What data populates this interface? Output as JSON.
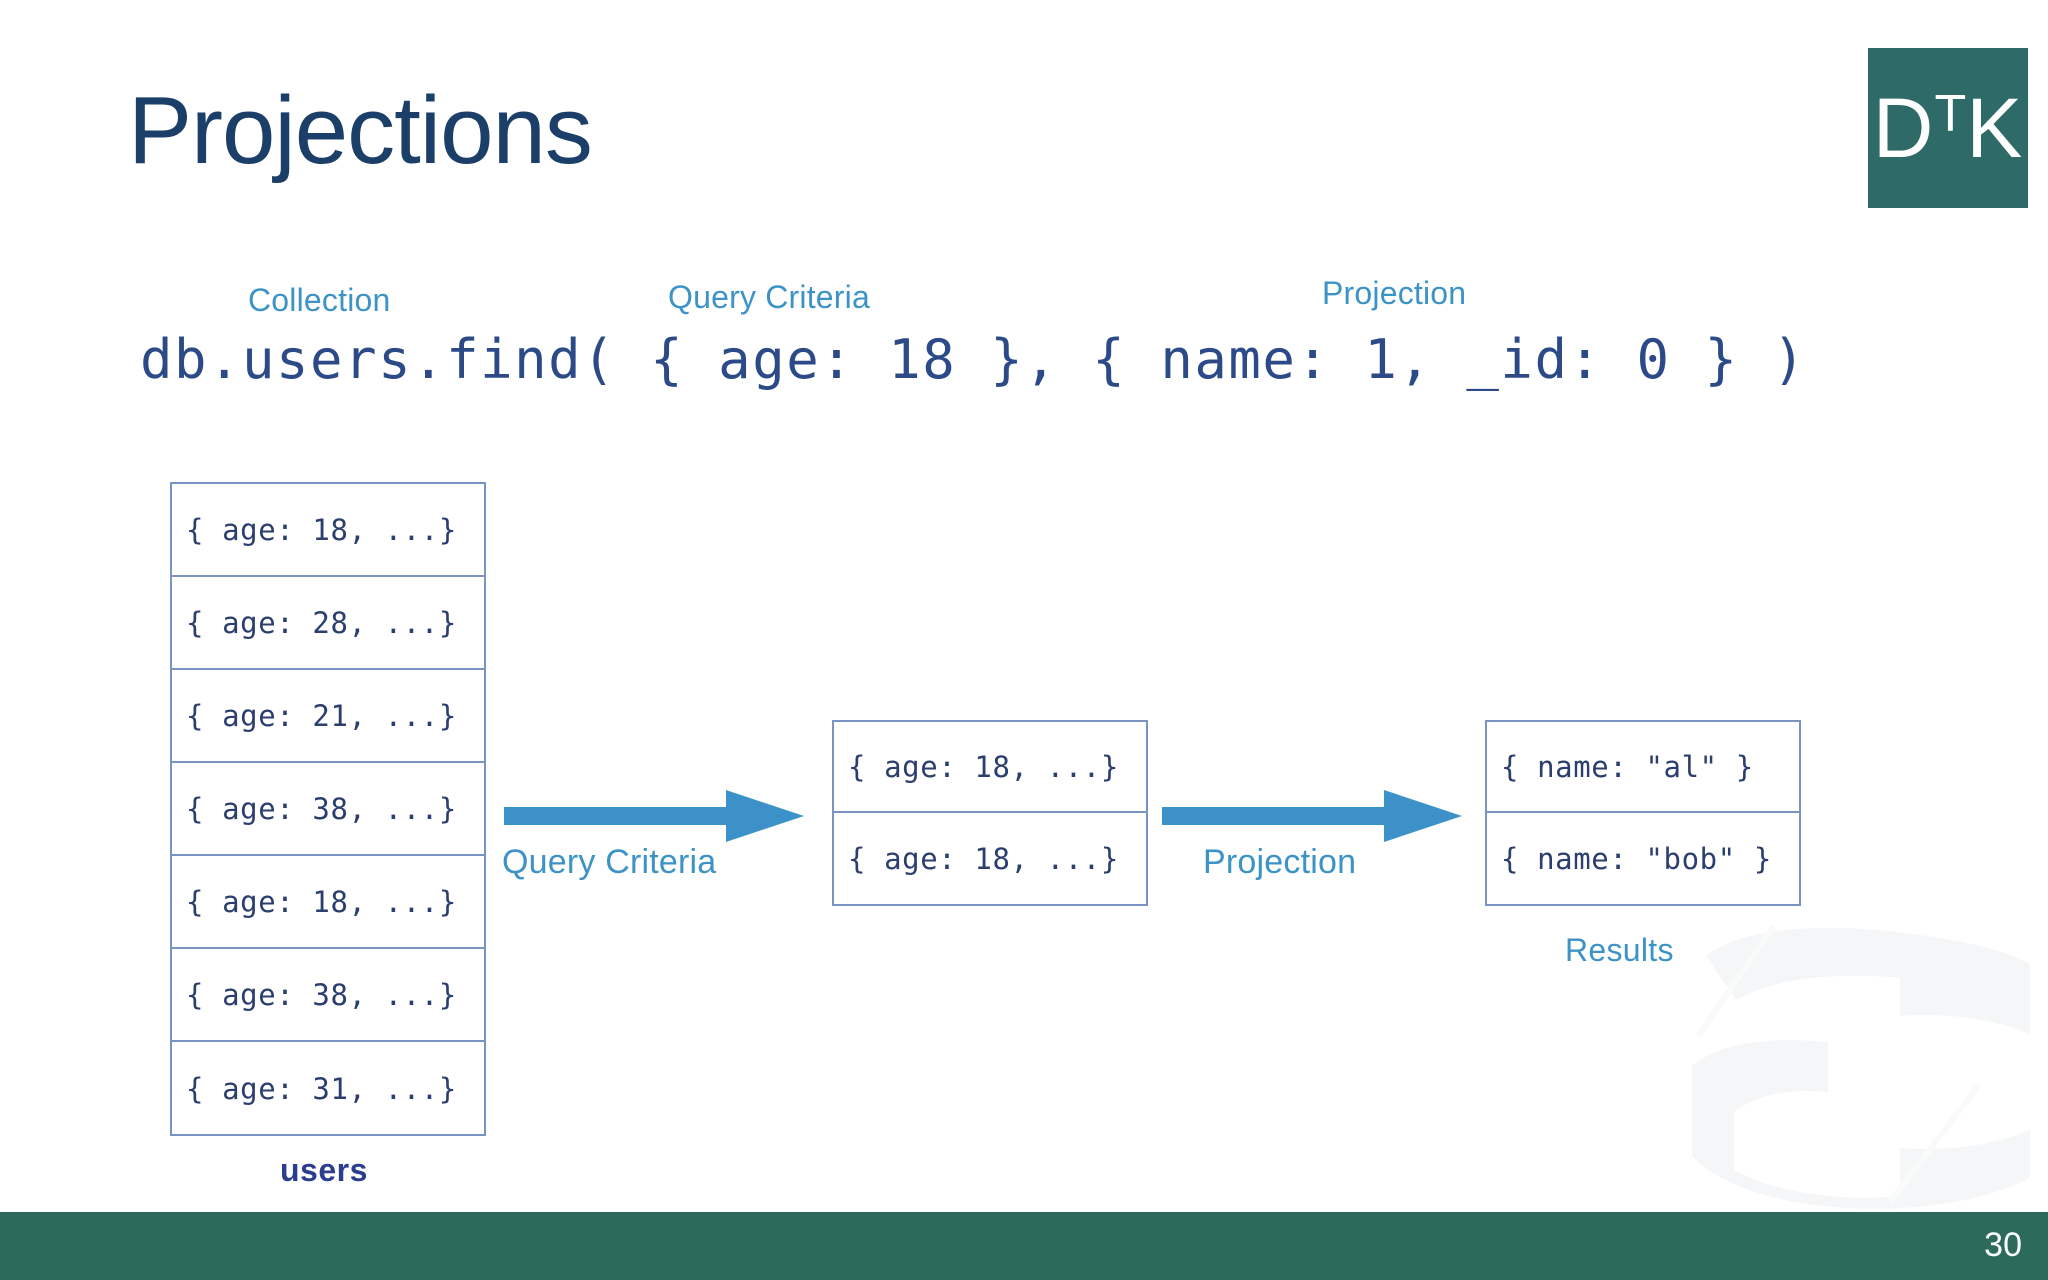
{
  "slide": {
    "title": "Projections",
    "page_number": "30",
    "title_color": "#1B3F68",
    "accent_blue": "#3E93C6",
    "code_blue": "#2B4A87",
    "box_border": "#7B93C2",
    "footer_color": "#2C6B5C",
    "logo_color": "#2E6B68"
  },
  "logo": {
    "main": "D",
    "sup": "T",
    "tail": "K",
    "alt": "DTK"
  },
  "annotations": {
    "collection": "Collection",
    "query_criteria": "Query Criteria",
    "projection": "Projection"
  },
  "code": {
    "line": "db.users.find( { age: 18 }, { name: 1, _id: 0 } )"
  },
  "users_collection": {
    "caption": "users",
    "rows": [
      "{ age: 18, ...}",
      "{ age: 28, ...}",
      "{ age: 21, ...}",
      "{ age: 38, ...}",
      "{ age: 18, ...}",
      "{ age: 38, ...}",
      "{ age: 31, ...}"
    ]
  },
  "filtered": {
    "rows": [
      "{ age: 18, ...}",
      "{ age: 18, ...}"
    ]
  },
  "results": {
    "caption": "Results",
    "rows": [
      "{ name: \"al\" }",
      "{ name: \"bob\" }"
    ]
  },
  "arrows": {
    "first_label": "Query Criteria",
    "second_label": "Projection",
    "color": "#3C92C8"
  }
}
